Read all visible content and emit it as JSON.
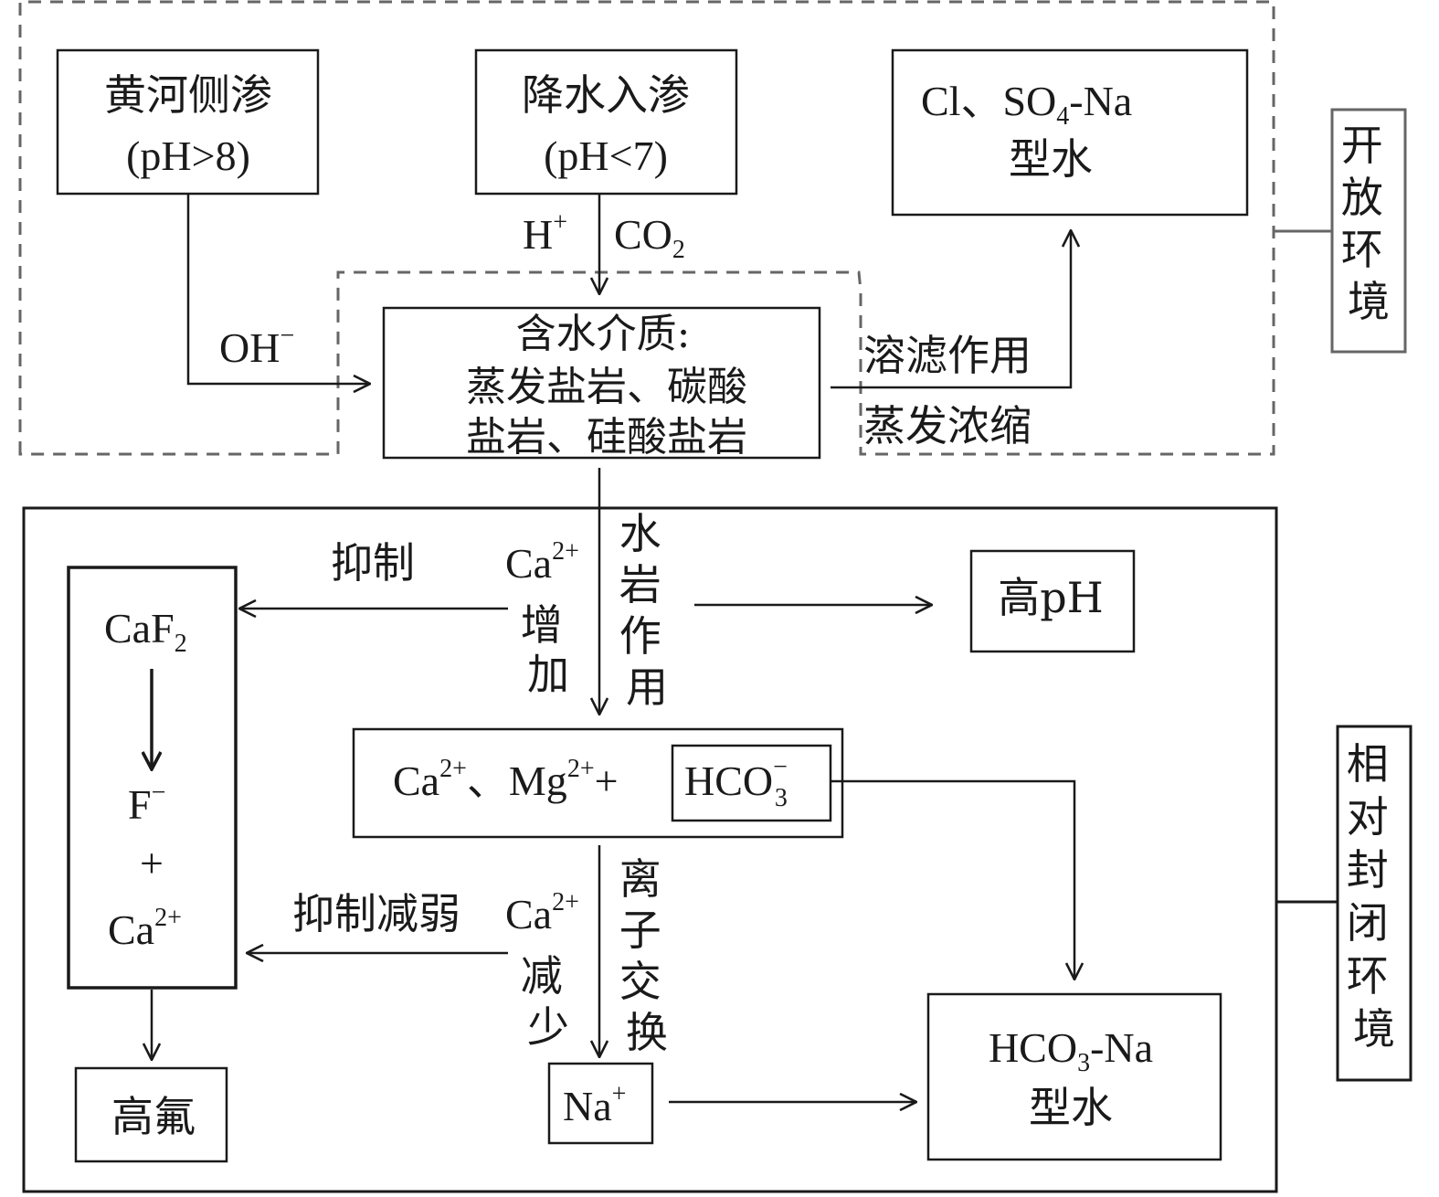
{
  "nodes": {
    "yellow_river": {
      "line1": "黄河侧渗",
      "line2": "(pH>8)"
    },
    "precipitation": {
      "line1": "降水入渗",
      "line2": "(pH<7)"
    },
    "cl_so4": {
      "pre": "Cl、SO",
      "sub": "4",
      "post": "-Na",
      "line2": "型水"
    },
    "aquifer": {
      "line1": "含水介质:",
      "line2": "蒸发盐岩、碳酸",
      "line3": "盐岩、硅酸盐岩"
    },
    "high_ph": {
      "label": "高pH"
    },
    "caf2_column": {
      "caf2": "CaF",
      "caf2_sub": "2",
      "f": "F",
      "f_sup": "−",
      "plus": "+",
      "ca": "Ca",
      "ca_sup": "2+"
    },
    "ca_mg": {
      "ca": "Ca",
      "ca_sup": "2+",
      "sep": "、Mg",
      "mg_sup": "2+",
      "plus": "+"
    },
    "hco3": {
      "base": "HCO",
      "sub": "3",
      "sup": "−"
    },
    "high_fluoride": {
      "label": "高氟"
    },
    "na": {
      "base": "Na",
      "sup": "+"
    },
    "hco3_na": {
      "base": "HCO",
      "sub": "3",
      "post": "-Na",
      "line2": "型水"
    }
  },
  "edge_labels": {
    "oh": {
      "base": "OH",
      "sup": "−"
    },
    "h": {
      "base": "H",
      "sup": "+"
    },
    "co2": {
      "base": "CO",
      "sub": "2"
    },
    "leaching": "溶滤作用",
    "evaporation": "蒸发浓缩",
    "water_rock": "水岩作用",
    "ca_increase": {
      "base": "Ca",
      "sup": "2+",
      "text": "增加"
    },
    "inhibit": "抑制",
    "inhibit_weaken": "抑制减弱",
    "ca_decrease": {
      "base": "Ca",
      "sup": "2+",
      "text": "减少"
    },
    "ion_exchange": "离子交换"
  },
  "zones": {
    "open": "开放环境",
    "closed": "相对封闭环境"
  }
}
